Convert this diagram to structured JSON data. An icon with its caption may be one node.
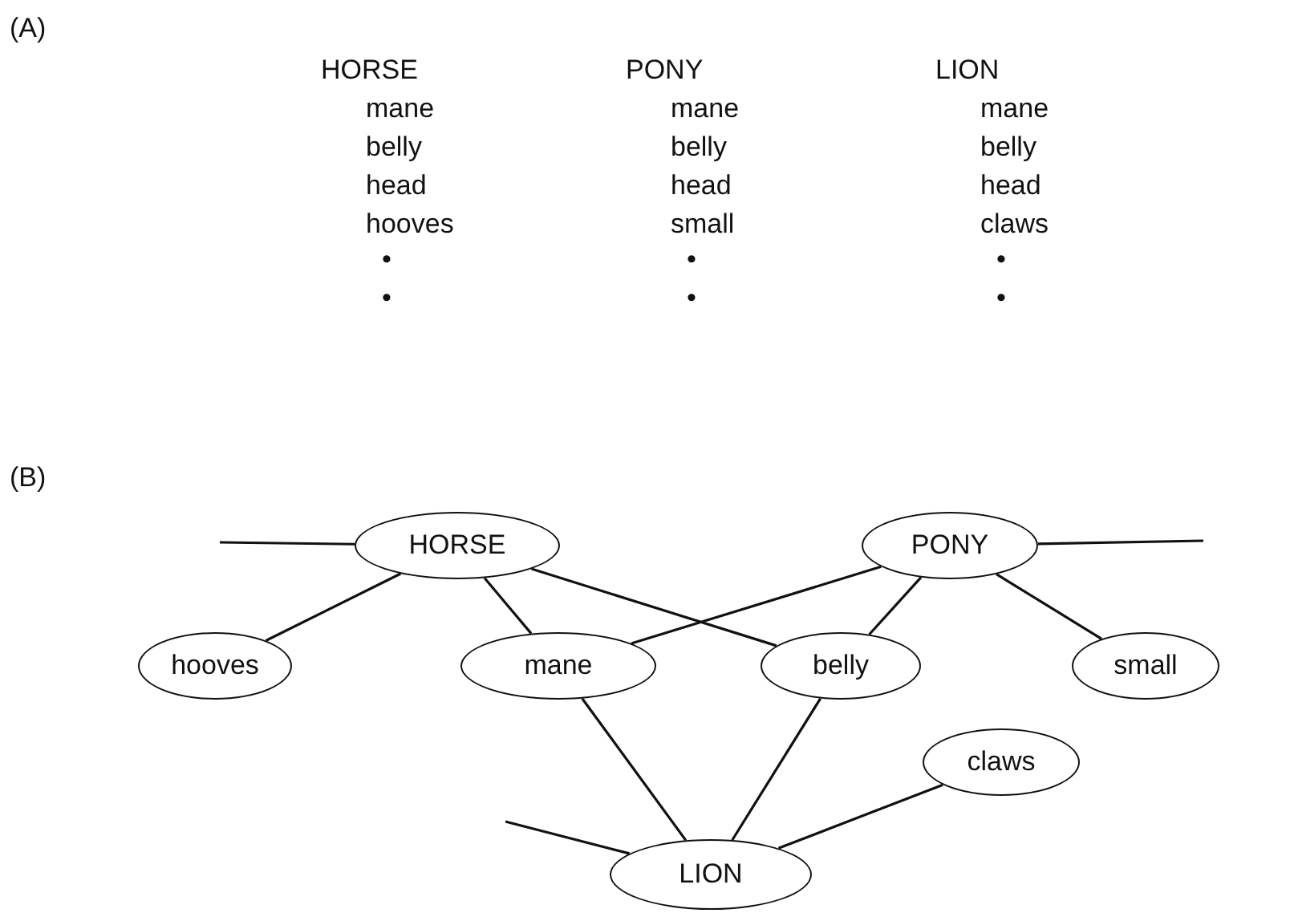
{
  "diagram": {
    "nodes": [
      {
        "text": [
          "HORSE"
        ]
      },
      {
        "text": [
          "PONY"
        ]
      },
      {
        "text": [
          "hooves"
        ]
      },
      {
        "text": [
          "mane"
        ]
      },
      {
        "text": [
          "belly"
        ]
      },
      {
        "text": [
          "small"
        ]
      },
      {
        "text": [
          "claws"
        ]
      },
      {
        "text": [
          "LION"
        ]
      }
    ],
    "edges": [
      {
        "from": null,
        "to": 0,
        "arrow": "none"
      },
      {
        "from": 0,
        "to": 2,
        "arrow": "none"
      },
      {
        "from": 0,
        "to": 3,
        "arrow": "none"
      },
      {
        "from": 0,
        "to": 4,
        "arrow": "none"
      },
      {
        "from": 1,
        "to": 3,
        "arrow": "none"
      },
      {
        "from": 1,
        "to": 4,
        "arrow": "none"
      },
      {
        "from": 1,
        "to": 5,
        "arrow": "none"
      },
      {
        "from": 1,
        "to": null,
        "arrow": "none"
      },
      {
        "from": 3,
        "to": 7,
        "arrow": "none"
      },
      {
        "from": 4,
        "to": 7,
        "arrow": "none"
      },
      {
        "from": 7,
        "to": 6,
        "arrow": "none"
      },
      {
        "from": null,
        "to": 7,
        "arrow": "none"
      }
    ],
    "labels": [
      "(A)",
      "HORSE",
      "mane",
      "belly",
      "head",
      "hooves",
      "•",
      "•",
      "PONY",
      "mane",
      "belly",
      "head",
      "small",
      "•",
      "•",
      "LION",
      "mane",
      "belly",
      "head",
      "claws",
      "•",
      "•",
      "(B)"
    ]
  }
}
